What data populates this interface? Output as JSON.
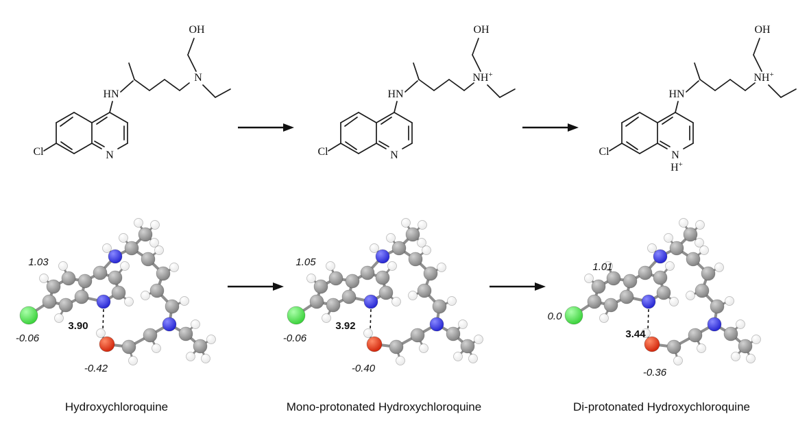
{
  "figure": {
    "top_row": {
      "structures": [
        {
          "name": "hydroxychloroquine-neutral",
          "labels": {
            "oh": "OH",
            "hn": "HN",
            "cl": "Cl",
            "ring_n": "N",
            "ring_n_h": "",
            "ring_n_h_sup": "",
            "side_n": "N",
            "side_n_sup": ""
          }
        },
        {
          "name": "hydroxychloroquine-monoprotonated",
          "labels": {
            "oh": "OH",
            "hn": "HN",
            "cl": "Cl",
            "ring_n": "N",
            "ring_n_h": "",
            "ring_n_h_sup": "",
            "side_n": "NH",
            "side_n_sup": "+"
          }
        },
        {
          "name": "hydroxychloroquine-diprotonated",
          "labels": {
            "oh": "OH",
            "hn": "HN",
            "cl": "Cl",
            "ring_n": "N",
            "ring_n_h": "H",
            "ring_n_h_sup": "+",
            "side_n": "NH",
            "side_n_sup": "+"
          }
        }
      ]
    },
    "bottom_row": {
      "models": [
        {
          "nh_bond_length": "1.03",
          "cl_charge": "-0.06",
          "hbond_distance": "3.90",
          "o_charge": "-0.42",
          "caption": "Hydroxychloroquine"
        },
        {
          "nh_bond_length": "1.05",
          "cl_charge": "-0.06",
          "hbond_distance": "3.92",
          "o_charge": "-0.40",
          "caption": "Mono-protonated Hydroxychloroquine"
        },
        {
          "nh_bond_length": "1.01",
          "cl_charge": "0.0",
          "hbond_distance": "3.44",
          "o_charge": "-0.36",
          "caption": "Di-protonated Hydroxychloroquine"
        }
      ]
    },
    "atom_colors": {
      "carbon": "#787878",
      "hydrogen": "#e6e6e6",
      "nitrogen": "#1a1acc",
      "oxygen": "#cc1a00",
      "chlorine": "#2ecc2e"
    }
  }
}
